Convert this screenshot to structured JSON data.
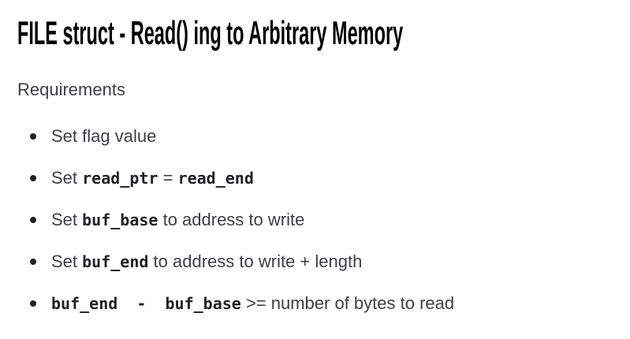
{
  "slide": {
    "title": "FILE struct - Read() ing to Arbitrary Memory",
    "subtitle": "Requirements",
    "bullets": [
      {
        "segments": [
          {
            "text": "Set flag value",
            "code": false
          }
        ]
      },
      {
        "segments": [
          {
            "text": "Set ",
            "code": false
          },
          {
            "text": "read_ptr",
            "code": true
          },
          {
            "text": " = ",
            "code": false
          },
          {
            "text": "read_end",
            "code": true
          }
        ]
      },
      {
        "segments": [
          {
            "text": "Set ",
            "code": false
          },
          {
            "text": "buf_base",
            "code": true
          },
          {
            "text": " to address to write",
            "code": false
          }
        ]
      },
      {
        "segments": [
          {
            "text": "Set ",
            "code": false
          },
          {
            "text": "buf_end",
            "code": true
          },
          {
            "text": " to address to write + length",
            "code": false
          }
        ]
      },
      {
        "segments": [
          {
            "text": "buf_end  -  buf_base",
            "code": true
          },
          {
            "text": " >= number of bytes to read",
            "code": false
          }
        ]
      }
    ],
    "colors": {
      "background": "#ffffff",
      "title_text": "#000000",
      "body_text": "#3c4043",
      "code_text": "#202124"
    }
  }
}
